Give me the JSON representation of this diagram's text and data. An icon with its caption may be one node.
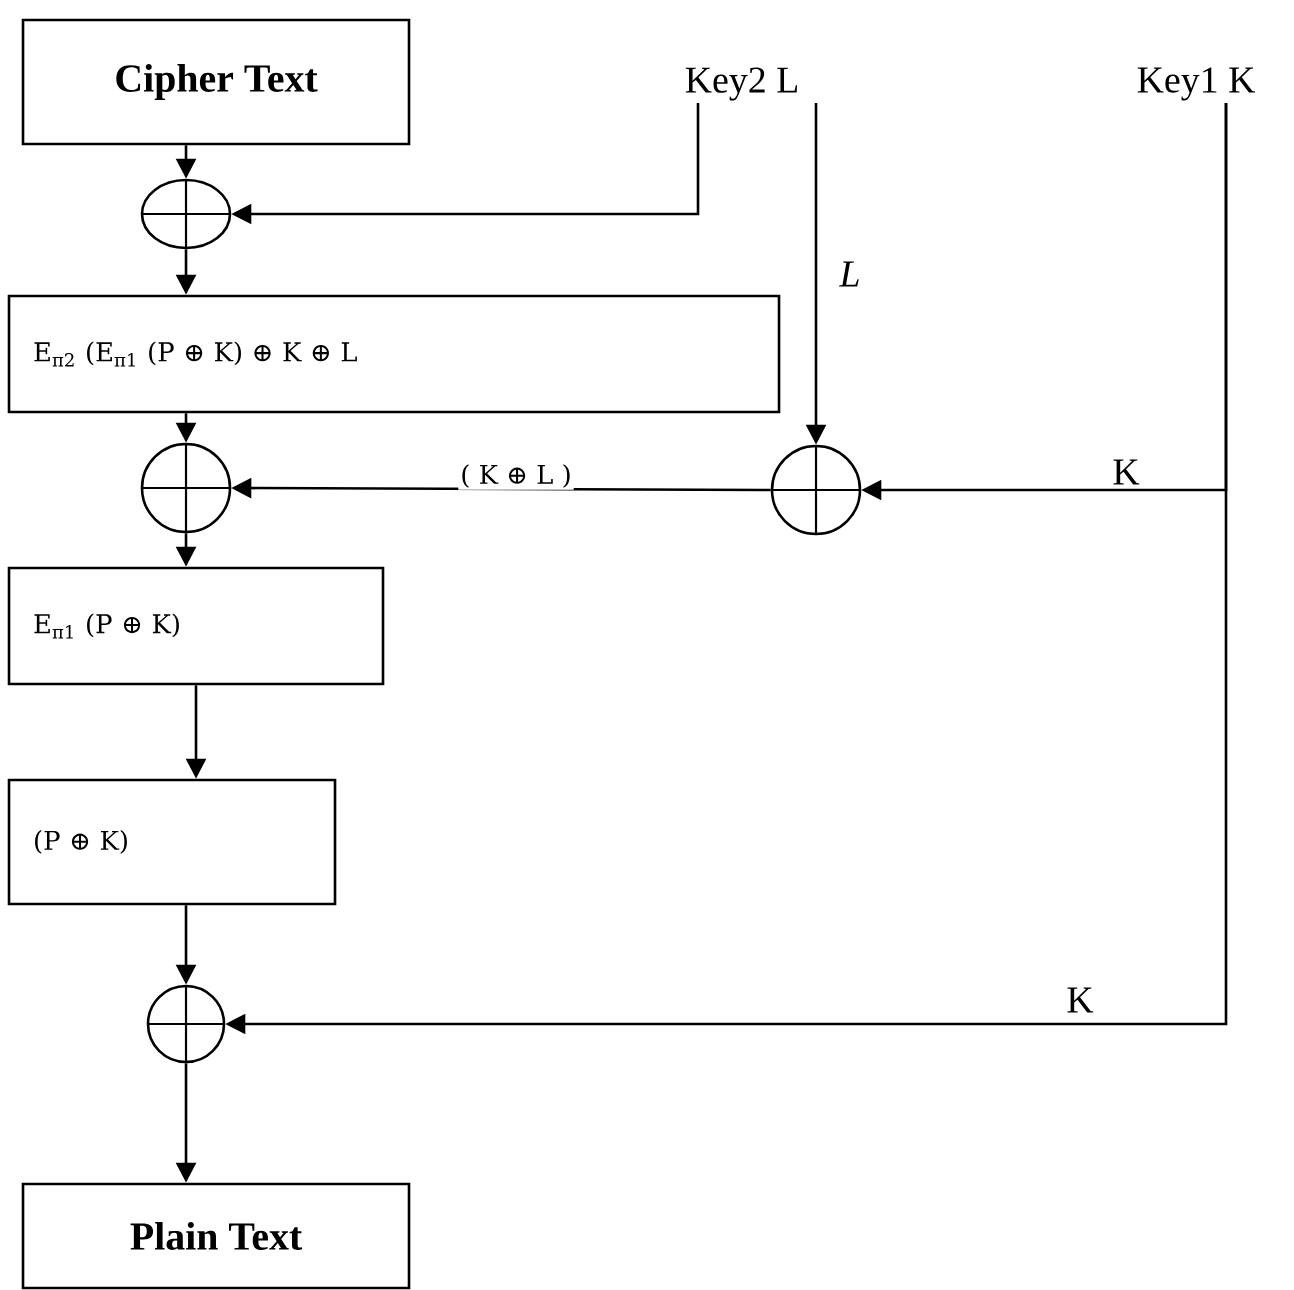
{
  "diagram": {
    "nodes": [
      {
        "text": [
          "Cipher Text"
        ]
      },
      {
        "text": [],
        "shape": "circle"
      },
      {
        "text": [
          "E$_{π2}$ (E$_{π1}$ (P ⊕ K) ⊕ K ⊕ L"
        ]
      },
      {
        "text": [],
        "shape": "circle"
      },
      {
        "text": [
          "E$_{π1}$ (P ⊕ K)"
        ]
      },
      {
        "text": [
          "(P ⊕ K)"
        ]
      },
      {
        "text": [],
        "shape": "circle"
      },
      {
        "text": [
          "Plain Text"
        ]
      },
      {
        "text": [
          "Key2 L"
        ]
      },
      {
        "text": [
          "Key1 K"
        ]
      },
      {
        "text": [],
        "shape": "circle"
      }
    ],
    "edges": [
      {
        "from": 0,
        "to": 1,
        "arrow": "to"
      },
      {
        "from": 1,
        "to": 2,
        "arrow": "to"
      },
      {
        "from": 2,
        "to": 3,
        "arrow": "to"
      },
      {
        "from": 3,
        "to": 4,
        "arrow": "to"
      },
      {
        "from": 4,
        "to": 5,
        "arrow": "to"
      },
      {
        "from": 5,
        "to": 6,
        "arrow": "to"
      },
      {
        "from": 6,
        "to": 7,
        "arrow": "to"
      },
      {
        "from": 8,
        "to": 1,
        "arrow": "to"
      },
      {
        "from": 8,
        "to": 10,
        "arrow": "to",
        "label": "L"
      },
      {
        "from": 10,
        "to": 3,
        "arrow": "to",
        "label": "( K ⊕ L )"
      },
      {
        "from": 9,
        "to": 10,
        "arrow": "to",
        "label": "K"
      },
      {
        "from": 9,
        "to": 6,
        "arrow": "to",
        "label": "K"
      }
    ]
  }
}
